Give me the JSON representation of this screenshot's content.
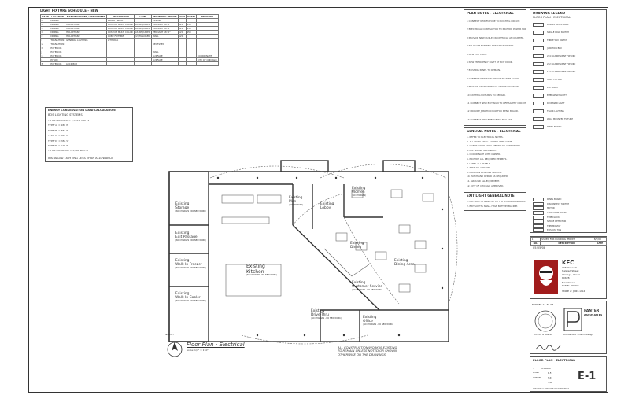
{
  "schedule": {
    "title": "LIGHT FIXTURE SCHEDULE - NEW",
    "headers": [
      "MARK",
      "LOCATION",
      "MANUFACTURER / CAT NUMBER",
      "DESCRIPTION",
      "LAMP",
      "MOUNTING HEIGHT",
      "VOLT",
      "WATTS",
      "REMARKS"
    ],
    "rows": [
      [
        "A",
        "DINING",
        "",
        "BLACK TRACK",
        "",
        "CEILING",
        "",
        "",
        ""
      ],
      [
        "B",
        "DINING",
        "HOLOPHANE",
        "CUSTOM MULTI COLOR",
        "AS REQUIRED",
        "PENDANT 18'-0\"",
        "120",
        "150",
        ""
      ],
      [
        "C",
        "DINING",
        "HOLOPHANE",
        "CUSTOM MULTI COLOR",
        "AS REQUIRED",
        "PENDANT 18'-0\"",
        "120",
        "150",
        ""
      ],
      [
        "D",
        "DINING",
        "HOLOPHANE",
        "CUSTOM MULTI COLOR",
        "AS REQUIRED",
        "PENDANT 18'-0\"",
        "120",
        "150",
        ""
      ],
      [
        "E",
        "DINING",
        "HOLOPHANE",
        "CUBE FIXTURE",
        "(2) HALOGEN",
        "WALL",
        "120",
        "",
        ""
      ],
      [
        "F",
        "TRANSITION",
        "GENERAL LIGHTING",
        "LITHONIA",
        "",
        "",
        "",
        "",
        ""
      ],
      [
        "G",
        "TRANSITION",
        "",
        "",
        "",
        "RECESSED",
        "",
        "",
        ""
      ],
      [
        "H",
        "EXTERIOR",
        "",
        "",
        "",
        "",
        "",
        "",
        ""
      ],
      [
        "J",
        "EXTERIOR",
        "",
        "",
        "",
        "WALL",
        "",
        "",
        ""
      ],
      [
        "K",
        "EXTERIOR",
        "",
        "",
        "",
        "SURFACE",
        "",
        "",
        "COORDINATE"
      ],
      [
        "L",
        "PYLON",
        "",
        "",
        "",
        "SURFACE",
        "",
        "",
        "CITY OF CHICAGO"
      ],
      [
        "M",
        "EXTERIOR",
        "LOCK BOX",
        "",
        "",
        "",
        "",
        "",
        ""
      ]
    ]
  },
  "energy": {
    "title": "ENERGY CONSERVATION LOAD CALCULATION:",
    "subtitle": "BOS LIGHTING SYSTEMS",
    "lines": [
      "TOTAL ALLOWED = 2,785.6 WATTS",
      "TYPE 'A' = 180 W",
      "TYPE 'B' = 384 W",
      "TYPE 'C' = 384 W",
      "TYPE 'D' = 384 W",
      "TYPE 'E' = 128 W",
      "TOTAL INSTALLED = 1,460 WATTS"
    ],
    "footer": "INSTALLED LIGHTING LESS THAN ALLOWANCE"
  },
  "plan_notes": {
    "title": "PLAN NOTES - ELECTRICAL",
    "items": [
      "1  CONNECT NEW FIXTURE TO EXISTING CIRCUIT.",
      "2  ELECTRICAL CONTRACTOR TO PROVIDE POWER FOR NEW EQUIPMENT.",
      "3  PROVIDE NEW DUPLEX RECEPTACLE AT COUNTER.",
      "4  RELOCATE EXISTING SWITCH AS SHOWN.",
      "5  NEW EXIT LIGHT.",
      "6  NEW EMERGENCY LIGHT AT EXIT DOOR.",
      "7  EXISTING PANEL TO REMAIN.",
      "8  CONNECT NEW SIGN CIRCUIT TO TIME CLOCK.",
      "9  PROVIDE GFI RECEPTACLE AT WET LOCATION.",
      "10 EXISTING FIXTURES TO REMAIN.",
      "11 CONNECT NEW EXIT SIGN TO LIFE SAFETY CIRCUIT.",
      "12 PROVIDE JUNCTION BOX FOR MENU BOARD.",
      "13 CONNECT NEW EMERGENCY BALLAST."
    ]
  },
  "general_notes": {
    "title": "GENERAL NOTES - ELECTRICAL",
    "items": [
      "1. REFER TO ELECTRICAL NOTES.",
      "2. ALL WORK SHALL COMPLY WITH CODE.",
      "3. CONTRACTOR SHALL VERIFY ALL CONDITIONS.",
      "4. ALL WIRING IN CONDUIT.",
      "5. COORDINATE WITH OWNER.",
      "6. PROVIDE ALL REQUIRED PERMITS.",
      "7. LABEL ALL PANELS.",
      "8. TEST ALL CIRCUITS.",
      "9. MAINTAIN EXISTING SERVICE.",
      "10. PATCH AND REPAIR AS REQUIRED.",
      "11. GROUND ALL EQUIPMENT.",
      "12. CITY OF CHICAGO APPROVED."
    ]
  },
  "exit_notes": {
    "title": "EXIT LIGHT GENERAL NOTE",
    "items": [
      "1. EXIT LIGHTS SHALL BE CITY OF CHICAGO APPROVED.",
      "2. EXIT LIGHTS SHALL HAVE BATTERY BACKUP."
    ]
  },
  "legend": {
    "title": "DRAWING LEGEND",
    "subtitle": "FLOOR PLAN - ELECTRICAL",
    "items": [
      "DUPLEX RECEPTACLE",
      "SINGLE POLE SWITCH",
      "THREE WAY SWITCH",
      "JUNCTION BOX",
      "2x4 FLUORESCENT FIXTURE",
      "2x2 FLUORESCENT FIXTURE",
      "1x4 FLUORESCENT FIXTURE",
      "STRIP FIXTURE",
      "EXIT LIGHT",
      "EMERGENCY LIGHT",
      "RECESSED LIGHT",
      "TRACK LIGHTING",
      "WALL MOUNTED FIXTURE",
      "PANEL BOARD"
    ],
    "symbols": [
      "PANEL BOARD",
      "DISCONNECT SWITCH",
      "MOTOR",
      "TELEPHONE OUTLET",
      "TIME CLOCK",
      "SMOKE DETECTOR",
      "THERMOSTAT",
      "EXHAUST FAN"
    ]
  },
  "plan": {
    "title": "Floor Plan - Electrical",
    "scale": "Scale: 1/4\" = 1'-0\"",
    "north": "NORTH",
    "caption": [
      "ALL CONSTRUCTION/WORK IS EXISTING",
      "TO REMAIN UNLESS NOTED OR SHOWN",
      "OTHERWISE ON THE DRAWINGS"
    ],
    "rooms": [
      {
        "name": "Existing\nStorage",
        "sub": "(NO CHANGES - NO NEW WORK)"
      },
      {
        "name": "Existing\nExit Passage",
        "sub": "(NO CHANGES - NO NEW WORK)"
      },
      {
        "name": "Existing\nWalk-In Freezer",
        "sub": "(NO CHANGES - NO NEW WORK)"
      },
      {
        "name": "Existing\nWalk-In Cooler",
        "sub": "(NO CHANGES - NO NEW WORK)"
      },
      {
        "name": "Existing\nKitchen",
        "sub": "(NO CHANGES - NO NEW WORK)"
      },
      {
        "name": "Existing\nDrive-Thru",
        "sub": "(NO CHANGES - NO NEW WORK)"
      },
      {
        "name": "Existing\nOffice",
        "sub": "(NO CHANGES - NO NEW WORK)"
      },
      {
        "name": "Existing\nCustomer Service",
        "sub": "(NO CHANGES - NO NEW WORK)"
      },
      {
        "name": "Existing\nDining Area",
        "sub": ""
      },
      {
        "name": "Existing\nDining",
        "sub": ""
      },
      {
        "name": "Existing\nLobby",
        "sub": ""
      },
      {
        "name": "Existing\nMen",
        "sub": "(NO CHANGES)"
      },
      {
        "name": "Existing\nWomen",
        "sub": "(NO CHANGES)"
      }
    ]
  },
  "title_block": {
    "revisions_header": [
      "NO.",
      "DESCRIPTION",
      "DATE"
    ],
    "revision_row": [
      "1",
      "ISSUED FOR BUILDING PERMIT",
      "8/5/08"
    ],
    "issue_date": "05/05/08",
    "brand": "KFC",
    "address": [
      "10500 South",
      "Halsted Street",
      "Chicago, Illinois",
      "60628"
    ],
    "owner": [
      "Franchisee:",
      "KAMEL FOODS"
    ],
    "store": "Store # J085-043",
    "architect": [
      "PANTER",
      "ASSOCIATES"
    ],
    "architect_info": "Architecture - Interior Design",
    "stamp": "STEVEN M PANTER",
    "expires": "EXPIRES 11-30-08",
    "sheet_title": "FLOOR PLAN - ELECTRICAL",
    "job_label": "Job",
    "job_no": "9-00869",
    "drawn_label": "Drawn",
    "drawn": "K.F.",
    "checked_label": "Checked",
    "checked": "S.P.",
    "date_label": "Date",
    "date": "5/08",
    "sheet_label": "Sheet Number",
    "sheet_number": "E-1",
    "copyright": "COPYRIGHT 2008 PANTER ASSOCIATES"
  }
}
